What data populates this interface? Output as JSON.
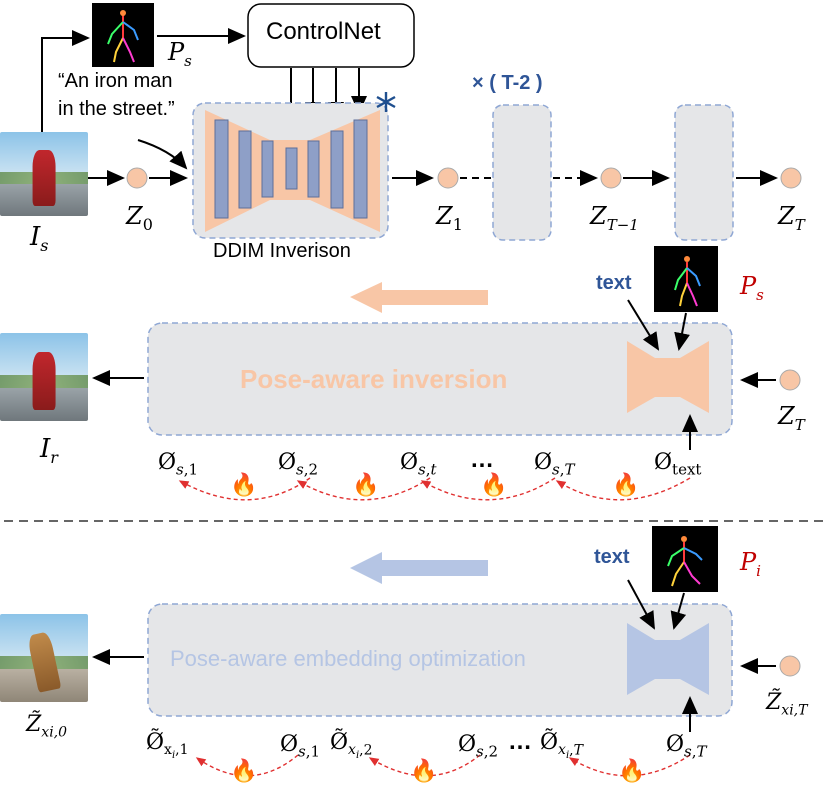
{
  "top": {
    "prompt_line1": "“An iron man",
    "prompt_line2": "in the street.”",
    "controlnet_label": "ControlNet",
    "repeat_label": "× ( T-2 )",
    "ddim_label": "DDIM Inverison",
    "ps_label": "P_s",
    "is_label": "I_s",
    "z0": "Z_0",
    "z1": "Z_1",
    "zt1": "Z_T−1",
    "zt": "Z_T"
  },
  "middle": {
    "text_label": "text",
    "ps_label": "P_s",
    "inversion_label": "Pose-aware inversion",
    "zt": "Z_T",
    "ir_label": "I_r",
    "phis": [
      "Ø_s,1",
      "Ø_s,2",
      "Ø_s,t",
      "…",
      "Ø_s,T",
      "Ø_text"
    ]
  },
  "bottom": {
    "text_label": "text",
    "pi_label": "P_i",
    "optim_label": "Pose-aware embedding optimization",
    "zxiT": "Z̃_xi,T",
    "zxi0": "Z̃_xi,0",
    "phis": [
      "Ø̃_xi,1",
      "Ø_s,1",
      "Ø̃_xi,2",
      "Ø_s,2",
      "…",
      "Ø̃_xi,T",
      "Ø_s,T"
    ]
  },
  "colors": {
    "peach": "#f8c6a6",
    "blue_box": "#b5c5e4",
    "dash_border": "#8fa7d4",
    "panel_gray": "#e5e6e8",
    "unet_bar": "#8e9fc7",
    "ps_red": "#c00000",
    "text_blue": "#2f5597",
    "arrow_red": "#e03030",
    "flame": "#e8231c"
  },
  "icons": [
    "snowflake-icon",
    "flame-icon"
  ]
}
